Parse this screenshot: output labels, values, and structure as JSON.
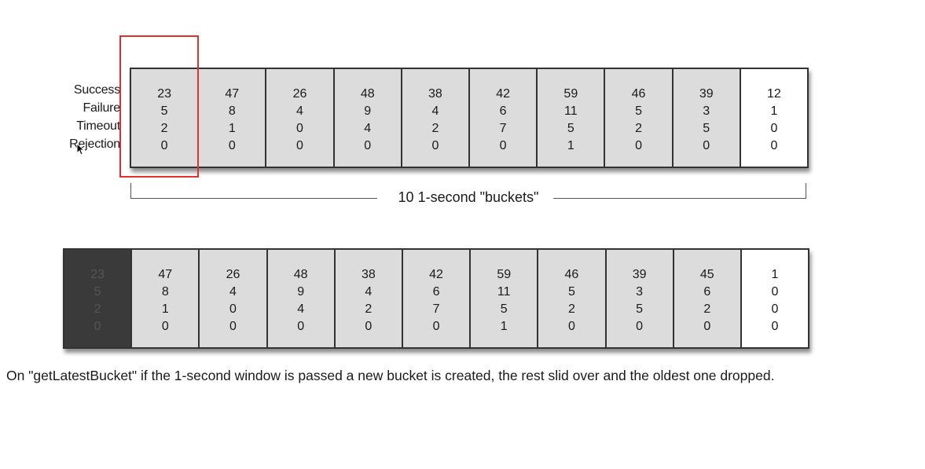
{
  "row_labels": [
    "Success",
    "Failure",
    "Timeout",
    "Rejection"
  ],
  "top_buckets": [
    [
      "23",
      "5",
      "2",
      "0"
    ],
    [
      "47",
      "8",
      "1",
      "0"
    ],
    [
      "26",
      "4",
      "0",
      "0"
    ],
    [
      "48",
      "9",
      "4",
      "0"
    ],
    [
      "38",
      "4",
      "2",
      "0"
    ],
    [
      "42",
      "6",
      "7",
      "0"
    ],
    [
      "59",
      "11",
      "5",
      "1"
    ],
    [
      "46",
      "5",
      "2",
      "0"
    ],
    [
      "39",
      "3",
      "5",
      "0"
    ],
    [
      "12",
      "1",
      "0",
      "0"
    ]
  ],
  "bottom_buckets": [
    [
      "23",
      "5",
      "2",
      "0"
    ],
    [
      "47",
      "8",
      "1",
      "0"
    ],
    [
      "26",
      "4",
      "0",
      "0"
    ],
    [
      "48",
      "9",
      "4",
      "0"
    ],
    [
      "38",
      "4",
      "2",
      "0"
    ],
    [
      "42",
      "6",
      "7",
      "0"
    ],
    [
      "59",
      "11",
      "5",
      "1"
    ],
    [
      "46",
      "5",
      "2",
      "0"
    ],
    [
      "39",
      "3",
      "5",
      "0"
    ],
    [
      "45",
      "6",
      "2",
      "0"
    ],
    [
      "1",
      "0",
      "0",
      "0"
    ]
  ],
  "bracket_label": "10 1-second \"buckets\"",
  "caption": "On \"getLatestBucket\" if the 1-second window is passed a new bucket is created, the rest slid over and the oldest one dropped.",
  "colors": {
    "highlight": "#e03030",
    "bucket_fill": "#dcdcdc",
    "latest_fill": "#ffffff",
    "dropped_fill": "#3a3a3a"
  }
}
